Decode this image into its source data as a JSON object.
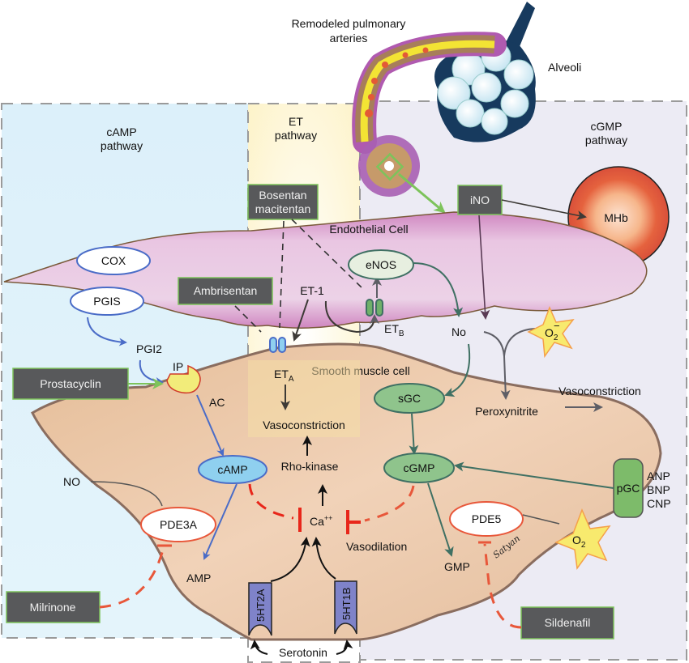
{
  "title": "Pulmonary arterial hypertension treatment pathways",
  "headers": {
    "remodeled": [
      "Remodeled pulmonary",
      "arteries"
    ],
    "alveoli": "Alveoli",
    "camp_pathway": [
      "cAMP",
      "pathway"
    ],
    "et_pathway": [
      "ET",
      "pathway"
    ],
    "cgmp_pathway": [
      "cGMP",
      "pathway"
    ]
  },
  "cells": {
    "endothelial": "Endothelial Cell",
    "smooth_muscle": "Smooth muscle cell"
  },
  "drugs": {
    "bosentan": [
      "Bosentan",
      "macitentan"
    ],
    "ambrisentan": "Ambrisentan",
    "prostacyclin": "Prostacyclin",
    "milrinone": "Milrinone",
    "ino": "iNO",
    "sildenafil": "Sildenafil"
  },
  "nodes": {
    "cox": "COX",
    "pgis": "PGIS",
    "enos": "eNOS",
    "camp": "cAMP",
    "pde3a": "PDE3A",
    "sgc": "sGC",
    "cgmp": "cGMP",
    "pde5": "PDE5",
    "pgc": "pGC",
    "mhb": "MHb"
  },
  "labels": {
    "pgi2": "PGI2",
    "ip": "IP",
    "ac": "AC",
    "no_left": "NO",
    "amp": "AMP",
    "et1": "ET-1",
    "eta": "ET",
    "eta_sub": "A",
    "etb": "ET",
    "etb_sub": "B",
    "vasoconstriction_et": "Vasoconstriction",
    "rho_kinase": "Rho-kinase",
    "ca": "Ca",
    "ca_sup": "++",
    "vasodilation": "Vasodilation",
    "no_right": "No",
    "o2_minus": "O",
    "o2_minus_sub": "2",
    "o2_minus_sup": "−",
    "peroxynitrite": "Peroxynitrite",
    "vasoconstriction_right": "Vasoconstriction",
    "anp": "ANP",
    "bnp": "BNP",
    "cnp": "CNP",
    "o2": "O",
    "o2_sub": "2",
    "gmp": "GMP",
    "receptor_5ht2a": "5HT2A",
    "receptor_5ht1b": "5HT1B",
    "serotonin": "Serotonin",
    "signature": "Satyan"
  },
  "colors": {
    "camp_bg": "#dff1fa",
    "et_bg": "#fdf6d6",
    "cgmp_bg": "#ecebf4",
    "endothelial": "#d490c6",
    "smooth_muscle": "#e8c3a0",
    "drug_box": "#58595b",
    "drug_border": "#7dc35b",
    "camp_arrow": "#4a6cc7",
    "cgmp_arrow": "#3f7063",
    "inhibit": "#e8573a",
    "green_node": "#8fc48c"
  }
}
